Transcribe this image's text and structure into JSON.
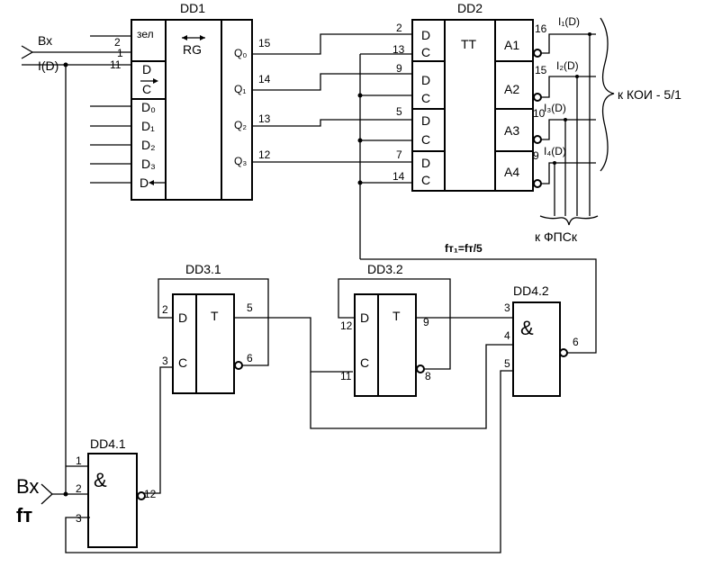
{
  "chips": {
    "dd1": {
      "title": "DD1",
      "rg": "RG",
      "inputs": [
        "зел",
        "D",
        "C",
        "D₀",
        "D₁",
        "D₂",
        "D₃",
        "D"
      ],
      "outputs": [
        "Q₀",
        "Q₁",
        "Q₂",
        "Q₃"
      ],
      "in_pins": [
        "2",
        "1",
        "11"
      ],
      "out_pins": [
        "15",
        "14",
        "13",
        "12"
      ]
    },
    "dd2": {
      "title": "DD2",
      "tt": "TT",
      "sections": [
        {
          "d": "D",
          "c": "C",
          "a": "A1",
          "din": "2",
          "cin": "13",
          "aout": "16"
        },
        {
          "d": "D",
          "c": "C",
          "a": "A2",
          "din": "9",
          "cin": "",
          "aout": "15"
        },
        {
          "d": "D",
          "c": "C",
          "a": "A3",
          "din": "5",
          "cin": "",
          "aout": "10"
        },
        {
          "d": "D",
          "c": "C",
          "a": "A4",
          "din": "7",
          "cin": "14",
          "aout": "9"
        }
      ]
    },
    "dd31": {
      "title": "DD3.1",
      "d": "D",
      "c": "C",
      "t": "T",
      "p_d": "2",
      "p_c": "3",
      "p_q": "5",
      "p_nq": "6"
    },
    "dd32": {
      "title": "DD3.2",
      "d": "D",
      "c": "C",
      "t": "T",
      "p_d": "12",
      "p_c": "11",
      "p_q": "9",
      "p_nq": "8"
    },
    "dd41": {
      "title": "DD4.1",
      "sym": "&",
      "p1": "1",
      "p2": "2",
      "p3": "3",
      "pout": "12"
    },
    "dd42": {
      "title": "DD4.2",
      "sym": "&",
      "p1": "3",
      "p2": "4",
      "p3": "5",
      "pout": "6"
    }
  },
  "labels": {
    "vx_top": "Вх",
    "id_top": "I(D)",
    "i1": "I₁(D)",
    "i2": "I₂(D)",
    "i3": "I₃(D)",
    "i4": "I₄(D)",
    "koi": "к КОИ - 5/1",
    "fps": "к  ФПСк",
    "ft_eq": "fт₁=fт/5",
    "vx_bottom": "Вх",
    "ft_bottom": "fт"
  }
}
